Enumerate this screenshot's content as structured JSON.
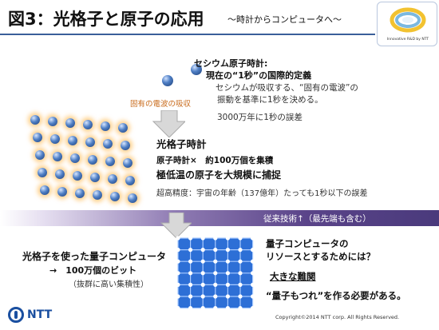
{
  "header": {
    "title": "図3：光格子と原子の応用",
    "subtitle": "～時計からコンピュータへ～"
  },
  "logo": {
    "caption": "Innovative R&D by NTT"
  },
  "cesium": {
    "absorb_label": "固有の電波の吸収",
    "heading": "セシウム原子時計:",
    "definition": "現在の“1秒”の国際的定義",
    "desc_line1": "セシウムが吸収する、“固有の電波”の",
    "desc_line2": "振動を基準に1秒を決める。",
    "error": "3000万年に1秒の誤差"
  },
  "optical_lattice": {
    "heading": "光格子時計",
    "line1": "原子時計×　約100万個を集積",
    "line2": "極低温の原子を大規模に捕捉",
    "line3": "超高精度：宇宙の年齢（137億年）たっても1秒以下の誤差"
  },
  "band": {
    "text": "従来技術↑（最先端も含む）"
  },
  "quantum": {
    "heading": "光格子を使った量子コンピュータ",
    "bits": "→　100万個のビット",
    "note": "（抜群に高い集積性）",
    "req_line1": "量子コンピュータの",
    "req_line2": "リソースとするためには？",
    "difficulty": "大きな難関",
    "entangle": "“量子もつれ”を作る必要がある。"
  },
  "footer": {
    "brand": "NTT",
    "copyright": "Copyright©2014  NTT corp. All Rights Reserved."
  },
  "colors": {
    "accent": "#3a5f9a",
    "absorb": "#c86a1a",
    "band_dark": "#4a3a7c",
    "ntt_blue": "#1a4fa0"
  }
}
